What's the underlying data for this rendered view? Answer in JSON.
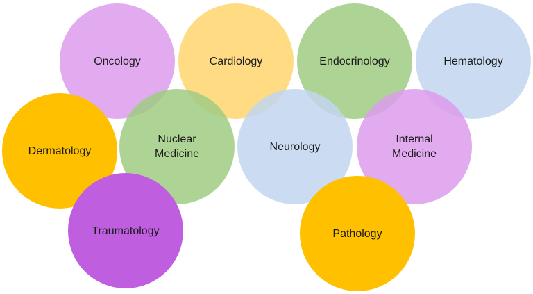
{
  "diagram": {
    "nodes": [
      {
        "key": "oncology",
        "label": "Oncology",
        "color": "#e2a6ee"
      },
      {
        "key": "cardiology",
        "label": "Cardiology",
        "color": "#ffd97a"
      },
      {
        "key": "endocrinology",
        "label": "Endocrinology",
        "color": "#a9d18e"
      },
      {
        "key": "hematology",
        "label": "Hematology",
        "color": "#c6d8f0"
      },
      {
        "key": "dermatology",
        "label": "Dermatology",
        "color": "#ffc000"
      },
      {
        "key": "nuclear-medicine",
        "label": "Nuclear\nMedicine",
        "color": "#a9d18e"
      },
      {
        "key": "neurology",
        "label": "Neurology",
        "color": "#c6d8f0"
      },
      {
        "key": "internal-medicine",
        "label": "Internal\nMedicine",
        "color": "#e2a6ee"
      },
      {
        "key": "traumatology",
        "label": "Traumatology",
        "color": "#bf5fe0"
      },
      {
        "key": "pathology",
        "label": "Pathology",
        "color": "#ffc000"
      }
    ]
  }
}
